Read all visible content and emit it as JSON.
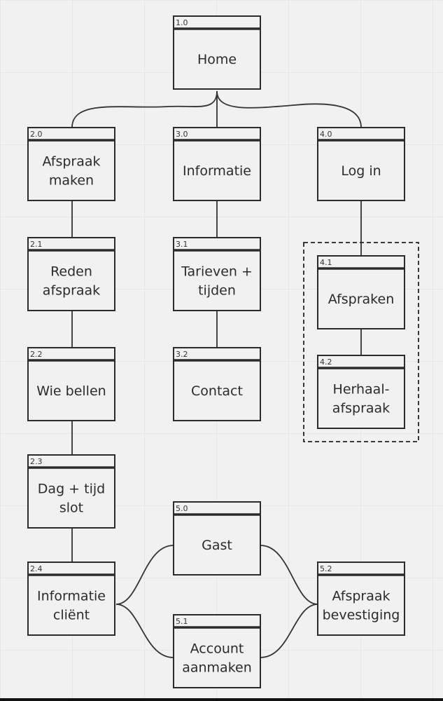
{
  "nodes": [
    {
      "id": "1.0",
      "lines": [
        "Home"
      ]
    },
    {
      "id": "2.0",
      "lines": [
        "Afspraak",
        "maken"
      ]
    },
    {
      "id": "3.0",
      "lines": [
        "Informatie"
      ]
    },
    {
      "id": "4.0",
      "lines": [
        "Log in"
      ]
    },
    {
      "id": "2.1",
      "lines": [
        "Reden",
        "afspraak"
      ]
    },
    {
      "id": "3.1",
      "lines": [
        "Tarieven +",
        "tijden"
      ]
    },
    {
      "id": "4.1",
      "lines": [
        "Afspraken"
      ]
    },
    {
      "id": "2.2",
      "lines": [
        "Wie bellen"
      ]
    },
    {
      "id": "3.2",
      "lines": [
        "Contact"
      ]
    },
    {
      "id": "4.2",
      "lines": [
        "Herhaal-",
        "afspraak"
      ]
    },
    {
      "id": "2.3",
      "lines": [
        "Dag + tijd",
        "slot"
      ]
    },
    {
      "id": "2.4",
      "lines": [
        "Informatie",
        "cliënt"
      ]
    },
    {
      "id": "5.0",
      "lines": [
        "Gast"
      ]
    },
    {
      "id": "5.1",
      "lines": [
        "Account",
        "aanmaken"
      ]
    },
    {
      "id": "5.2",
      "lines": [
        "Afspraak",
        "bevestiging"
      ]
    }
  ]
}
